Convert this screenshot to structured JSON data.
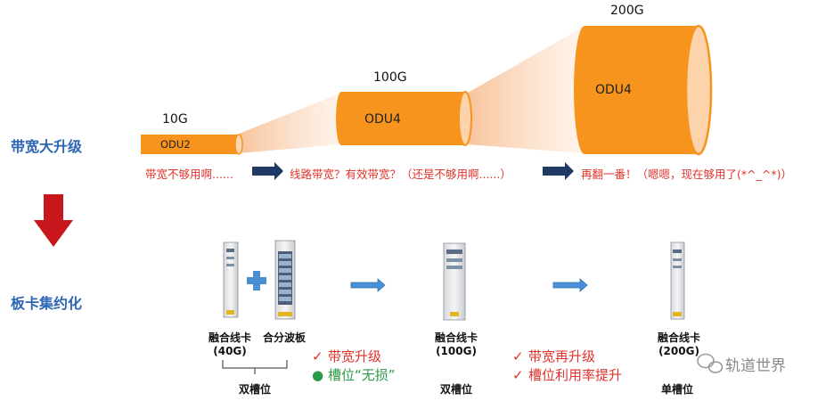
{
  "sections": {
    "top_label": "带宽大升级",
    "bottom_label": "板卡集约化"
  },
  "pipes": [
    {
      "label": "10G",
      "inner": "ODU2"
    },
    {
      "label": "100G",
      "inner": "ODU4"
    },
    {
      "label": "200G",
      "inner": "ODU4"
    }
  ],
  "captions": [
    "带宽不够用啊......",
    "线路带宽？有效带宽？（还是不够用啊......）",
    "再翻一番！（嗯嗯，现在够用了(*^_^*)）"
  ],
  "cards": {
    "card1": [
      "融合线卡",
      "(40G)"
    ],
    "card2": "合分波板",
    "card3": [
      "融合线卡",
      "(100G)"
    ],
    "card4": [
      "融合线卡",
      "(200G)"
    ]
  },
  "slots": {
    "double1": "双槽位",
    "double2": "双槽位",
    "single": "单槽位"
  },
  "bullets": {
    "group1": [
      "带宽升级",
      "槽位“无损”"
    ],
    "group2": [
      "带宽再升级",
      "槽位利用率提升"
    ]
  },
  "watermark": "轨道世界",
  "colors": {
    "orange": "#f7941d",
    "blue_label": "#2b67b5",
    "red_text": "#e0322b",
    "green": "#2a9a45",
    "down_arrow": "#c8171c",
    "navy_arrow": "#1f3864",
    "light_arrow": "#4a90d9"
  }
}
